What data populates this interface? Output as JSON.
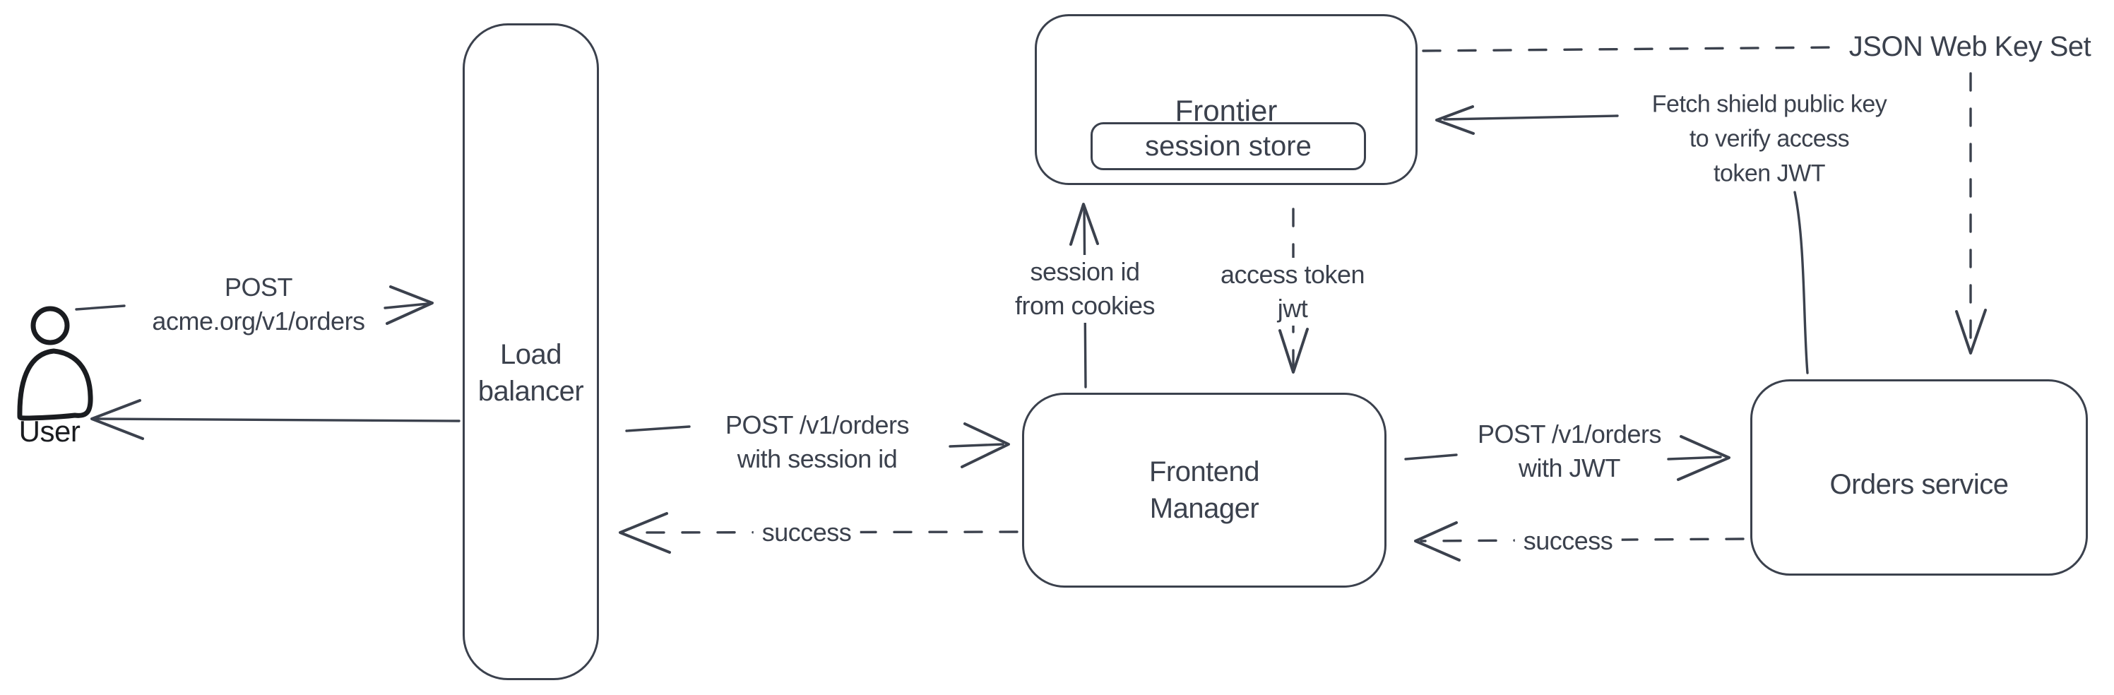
{
  "colors": {
    "stroke": "#3b414d",
    "user_ink": "#1a1c20",
    "hatch_fill": "#cbd5e0",
    "background": "#ffffff"
  },
  "nodes": {
    "user": {
      "label": "User",
      "icon": "person-icon"
    },
    "load_balancer": {
      "lines": [
        "Load",
        "balancer"
      ]
    },
    "frontier": {
      "title": "Frontier",
      "store_label": "session store"
    },
    "frontend_manager": {
      "lines": [
        "Frontend",
        "Manager"
      ]
    },
    "orders_service": {
      "label": "Orders service"
    }
  },
  "edges": {
    "user_to_lb": {
      "style": "solid",
      "lines": [
        "POST",
        "acme.org/v1/orders"
      ]
    },
    "lb_to_user": {
      "style": "solid",
      "label": ""
    },
    "lb_to_fm": {
      "style": "solid",
      "lines": [
        "POST /v1/orders",
        "with session id"
      ]
    },
    "fm_to_lb": {
      "style": "dashed",
      "label": "success"
    },
    "fm_to_frontier": {
      "style": "solid",
      "lines": [
        "session id",
        "from cookies"
      ]
    },
    "frontier_to_fm": {
      "style": "dashed",
      "lines": [
        "access token",
        "jwt"
      ]
    },
    "fm_to_orders": {
      "style": "solid",
      "lines": [
        "POST /v1/orders",
        "with JWT"
      ]
    },
    "orders_to_fm": {
      "style": "dashed",
      "label": "success"
    },
    "orders_to_frontier": {
      "style": "solid",
      "lines": [
        "Fetch shield public key",
        "to verify access",
        "token JWT"
      ]
    },
    "frontier_to_jwks": {
      "style": "dashed",
      "label": "JSON Web Key Set"
    },
    "jwks_to_orders": {
      "style": "dashed",
      "label": ""
    }
  }
}
